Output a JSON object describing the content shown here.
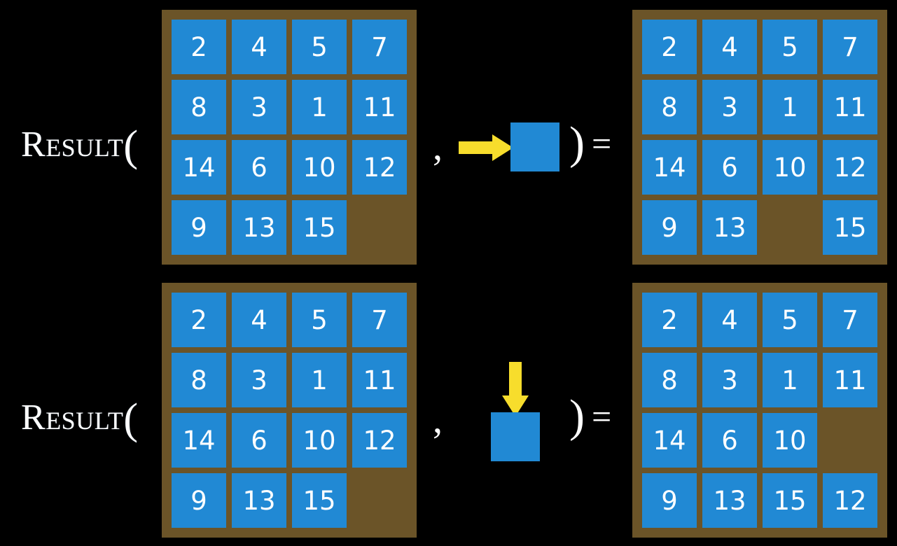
{
  "page": {
    "background_color": "#000000",
    "tile_color": "#2189d4",
    "board_color": "#6b5428",
    "arrow_color": "#f7dd2c",
    "text_color": "#ffffff"
  },
  "rows": [
    {
      "id": "row-right-move",
      "label": {
        "lead": "R",
        "rest": "esult",
        "paren": "("
      },
      "comma": ",",
      "rparen": ")",
      "equals": "=",
      "operation": {
        "direction": "right",
        "icon": "arrow-right-icon",
        "description": "slide blank right"
      },
      "input_board": {
        "name": "input-board-top",
        "cells": [
          "2",
          "4",
          "5",
          "7",
          "8",
          "3",
          "1",
          "11",
          "14",
          "6",
          "10",
          "12",
          "9",
          "13",
          "15",
          ""
        ]
      },
      "output_board": {
        "name": "output-board-top",
        "cells": [
          "2",
          "4",
          "5",
          "7",
          "8",
          "3",
          "1",
          "11",
          "14",
          "6",
          "10",
          "12",
          "9",
          "13",
          "",
          "15"
        ]
      }
    },
    {
      "id": "row-down-move",
      "label": {
        "lead": "R",
        "rest": "esult",
        "paren": "("
      },
      "comma": ",",
      "rparen": ")",
      "equals": "=",
      "operation": {
        "direction": "down",
        "icon": "arrow-down-icon",
        "description": "slide blank down"
      },
      "input_board": {
        "name": "input-board-bottom",
        "cells": [
          "2",
          "4",
          "5",
          "7",
          "8",
          "3",
          "1",
          "11",
          "14",
          "6",
          "10",
          "12",
          "9",
          "13",
          "15",
          ""
        ]
      },
      "output_board": {
        "name": "output-board-bottom",
        "cells": [
          "2",
          "4",
          "5",
          "7",
          "8",
          "3",
          "1",
          "11",
          "14",
          "6",
          "10",
          "",
          "9",
          "13",
          "15",
          "12"
        ]
      }
    }
  ]
}
